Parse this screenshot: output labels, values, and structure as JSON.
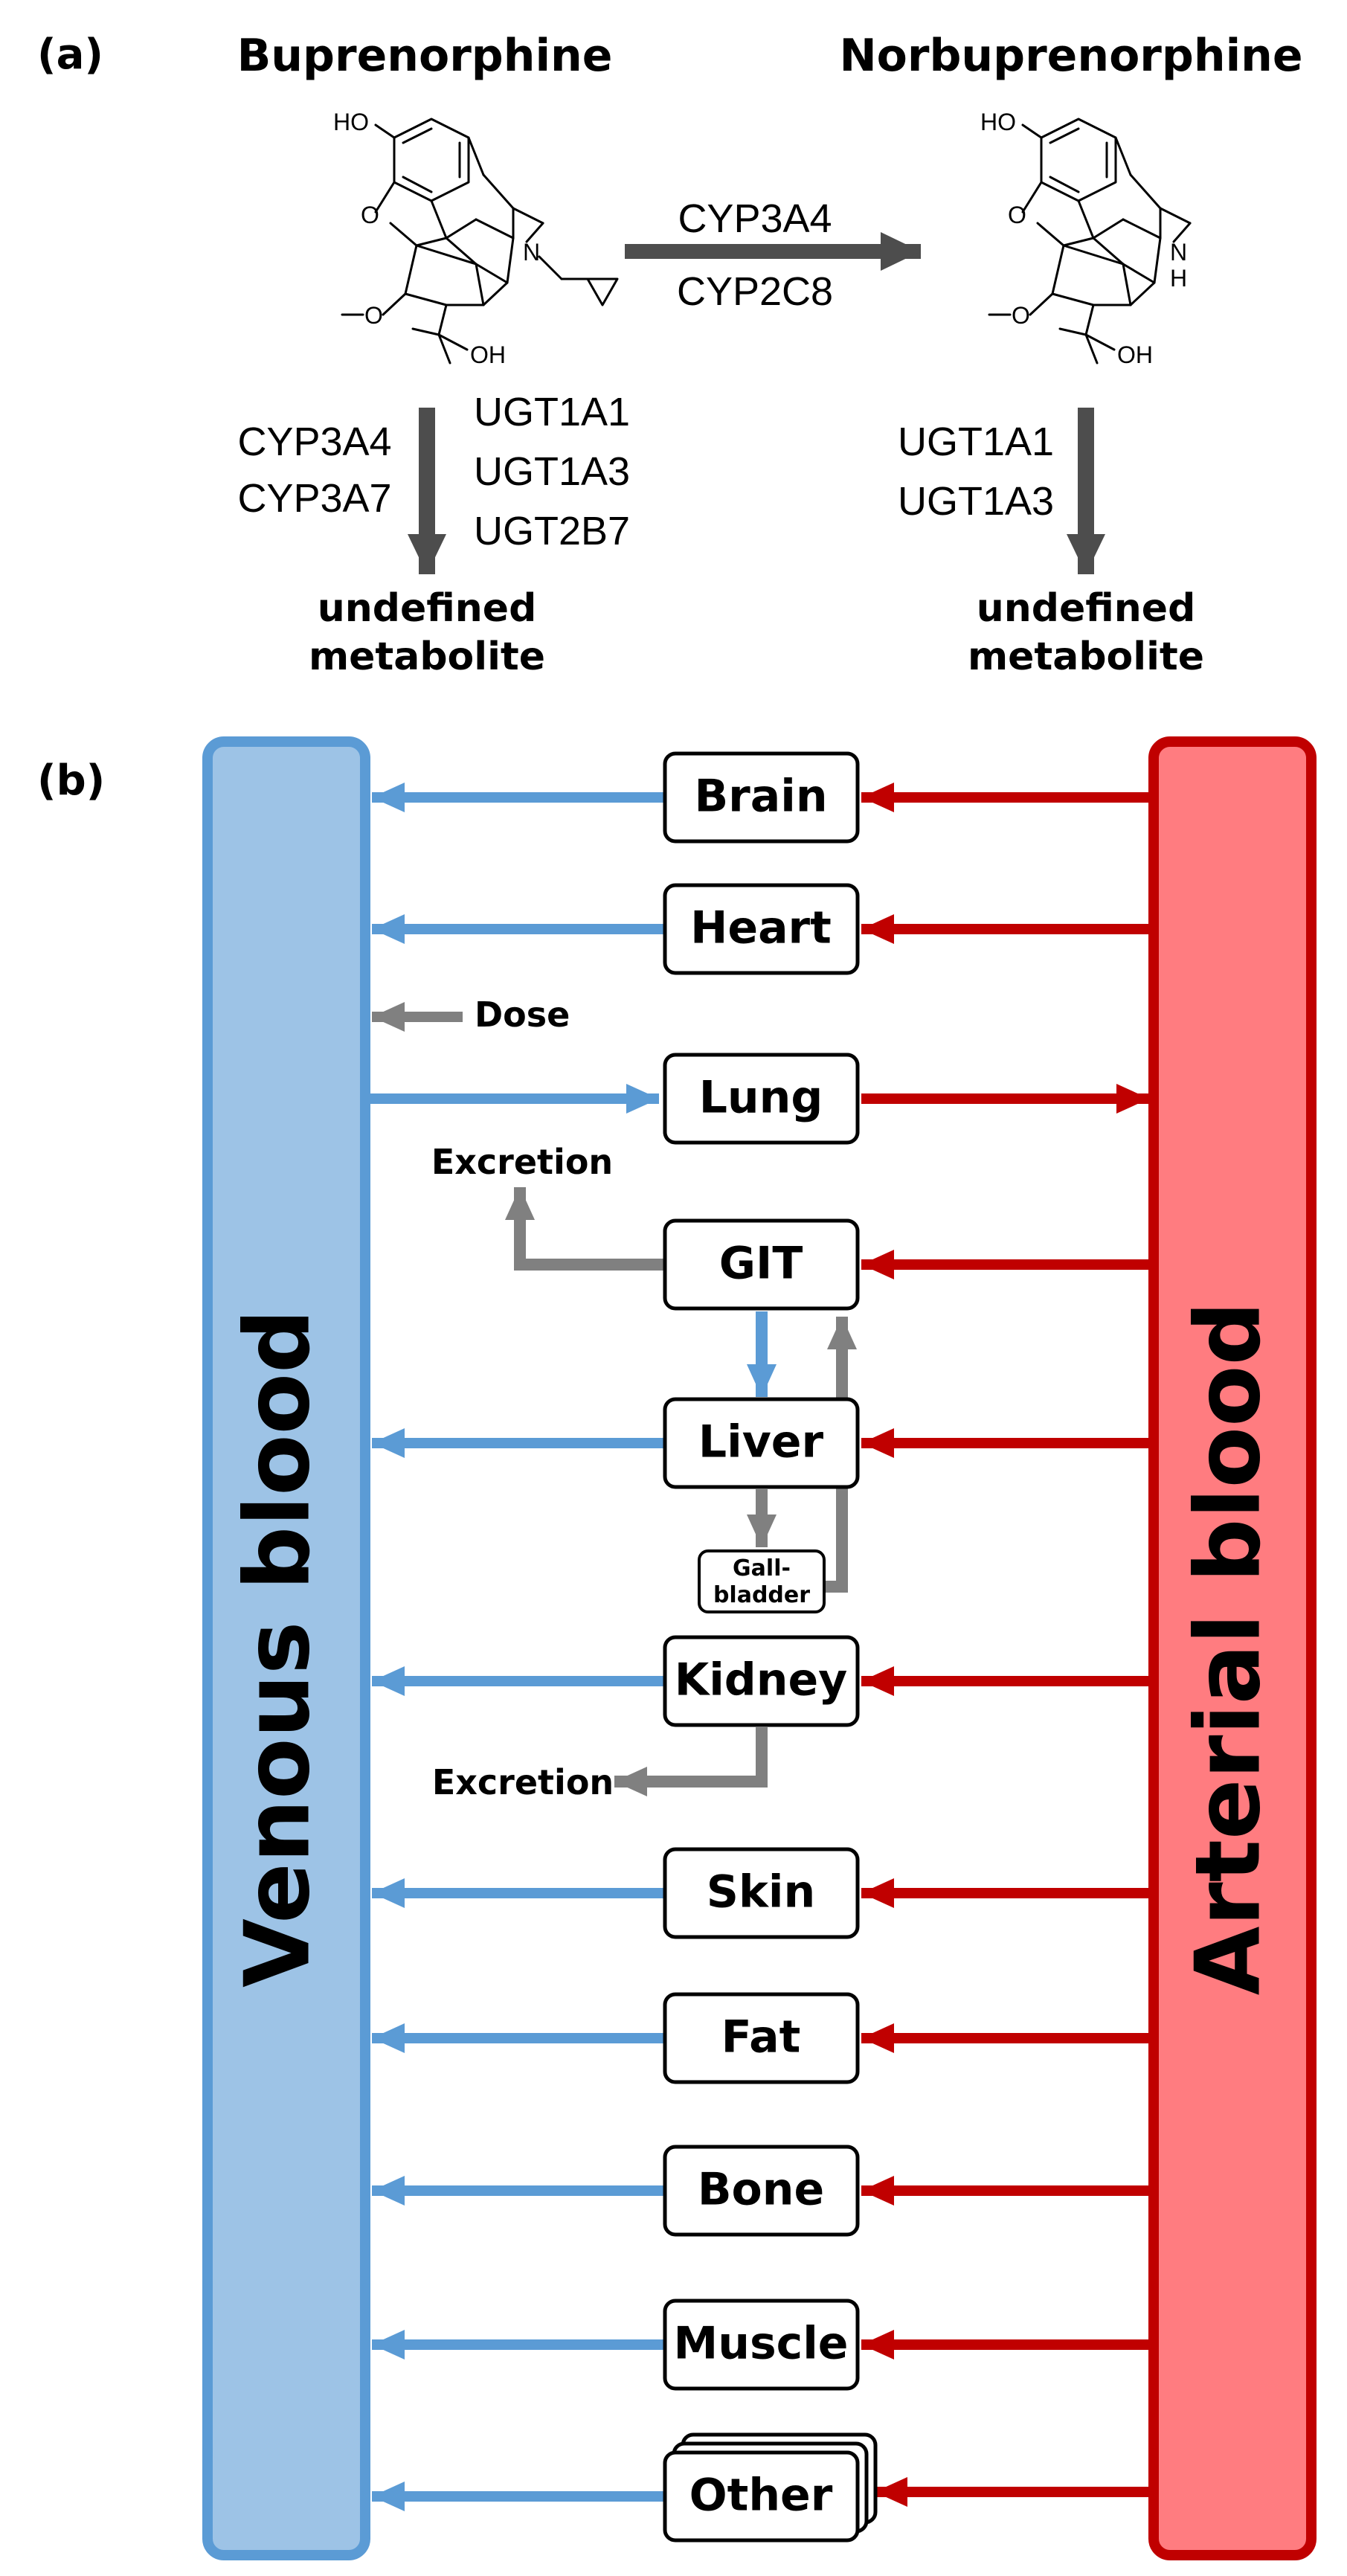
{
  "panel_a": {
    "label": "(a)",
    "compound_left": "Buprenorphine",
    "compound_right": "Norbuprenorphine",
    "conversion_enzymes": [
      "CYP3A4",
      "CYP2C8"
    ],
    "left_cyp_enzymes": [
      "CYP3A4",
      "CYP3A7"
    ],
    "left_ugt_enzymes": [
      "UGT1A1",
      "UGT1A3",
      "UGT2B7"
    ],
    "right_ugt_enzymes": [
      "UGT1A1",
      "UGT1A3"
    ],
    "metabolite_left": [
      "undefined",
      "metabolite"
    ],
    "metabolite_right": [
      "undefined",
      "metabolite"
    ],
    "atom_labels": {
      "ho": "HO",
      "n": "N",
      "nh_n": "N",
      "nh_h": "H",
      "oh": "OH",
      "ome": "O",
      "ring_o": "O"
    }
  },
  "panel_b": {
    "label": "(b)",
    "venous_label": "Venous blood",
    "arterial_label": "Arterial blood",
    "dose_label": "Dose",
    "excretion_label_git": "Excretion",
    "excretion_label_kidney": "Excretion",
    "gallbladder_label": [
      "Gall-",
      "bladder"
    ],
    "organs": {
      "brain": "Brain",
      "heart": "Heart",
      "lung": "Lung",
      "git": "GIT",
      "liver": "Liver",
      "kidney": "Kidney",
      "skin": "Skin",
      "fat": "Fat",
      "bone": "Bone",
      "muscle": "Muscle",
      "other": "Other"
    }
  },
  "colors": {
    "venous_fill": "#9dc3e6",
    "venous_stroke": "#5b9bd5",
    "arterial_fill": "#ff7c80",
    "arterial_stroke": "#c00000",
    "flow_gray": "#808080",
    "metabolism_arrow": "#4d4d4d"
  }
}
